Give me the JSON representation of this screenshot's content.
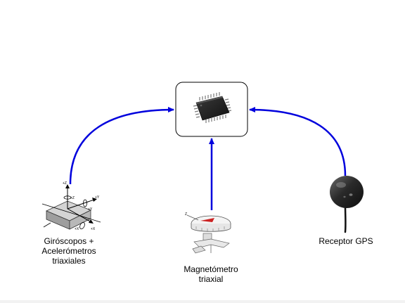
{
  "diagram": {
    "processor": {
      "icon": "microcontroller-chip-icon"
    },
    "nodes": [
      {
        "id": "imu",
        "icon": "imu-gyro-accel-icon",
        "label": "Giróscopos +\nAcelerómetros\ntriaxiales"
      },
      {
        "id": "mag",
        "icon": "compass-magnetometer-icon",
        "label": "Magnetómetro\ntriaxial"
      },
      {
        "id": "gps",
        "icon": "gps-antenna-icon",
        "label": "Receptor GPS"
      }
    ],
    "axis_labels": {
      "z": "+Z",
      "y": "+Y",
      "x": "+X",
      "z_short": "Z"
    },
    "colors": {
      "arrow": "#0000dd",
      "box_border": "#000000",
      "chip": "#222222",
      "compass_accent": "#cc2222"
    }
  }
}
